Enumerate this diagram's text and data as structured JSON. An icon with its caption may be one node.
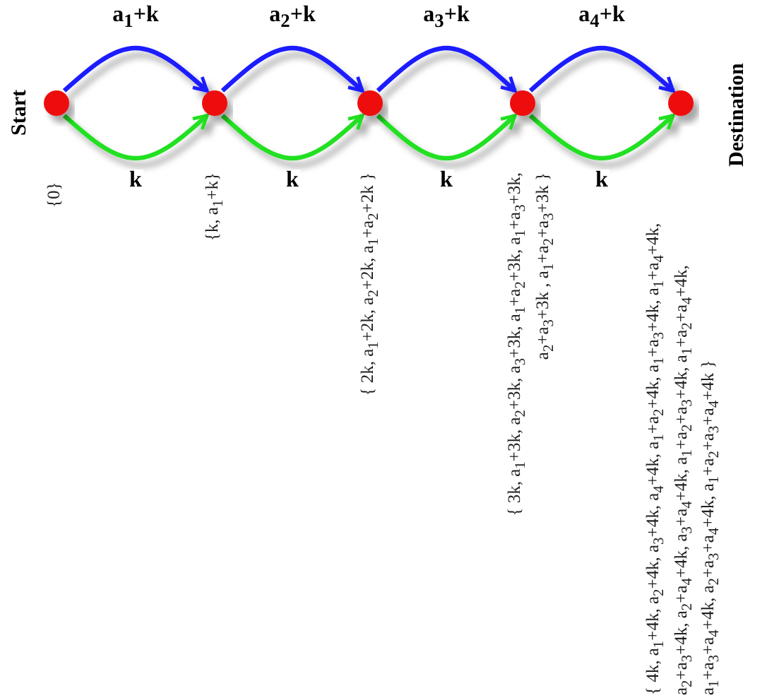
{
  "diagram": {
    "nodes": [
      {
        "text": [],
        "shape": "circle",
        "beside": [
          "Start",
          "{0}"
        ]
      },
      {
        "text": [],
        "shape": "circle",
        "beside": [
          "{k, a$_{1}$+k}"
        ]
      },
      {
        "text": [],
        "shape": "circle",
        "beside": [
          "{ 2k, a$_{1}$+2k, a$_{2}$+2k, a$_{1}$+a$_{2}$+2k }"
        ]
      },
      {
        "text": [],
        "shape": "circle",
        "beside": [
          "{ 3k, a$_{1}$+3k, a$_{2}$+3k, a$_{3}$+3k, a$_{1}$+a$_{2}$+3k, a$_{1}$+a$_{3}$+3k, a$_{2}$+a$_{3}$+3k , a$_{1}$+a$_{2}$+a$_{3}$+3k }"
        ]
      },
      {
        "text": [],
        "shape": "circle",
        "beside": [
          "Destination",
          "{ 4k, a$_{1}$+4k, a$_{2}$+4k, a$_{3}$+4k, a$_{4}$+4k, a$_{1}$+a$_{2}$+4k, a$_{1}$+a$_{3}$+4k, a$_{1}$+a$_{4}$+4k, a$_{2}$+a$_{3}$+4k, a$_{2}$+a$_{4}$+4k, a$_{3}$+a$_{4}$+4k, a$_{1}$+a$_{2}$+a$_{3}$+4k, a$_{1}$+a$_{2}$+a$_{4}$+4k, a$_{1}$+a$_{3}$+a$_{4}$+4k, a$_{2}$+a$_{3}$+a$_{4}$+4k, a$_{1}$+a$_{2}$+a$_{3}$+a$_{4}$+4k }"
        ]
      }
    ],
    "edges": [
      {
        "from": 0,
        "to": 1,
        "arrow": "to",
        "label": "a$_{1}$+k",
        "color": "#1a1aff"
      },
      {
        "from": 0,
        "to": 1,
        "arrow": "to",
        "label": "k",
        "color": "#22e022"
      },
      {
        "from": 1,
        "to": 2,
        "arrow": "to",
        "label": "a$_{2}$+k",
        "color": "#1a1aff"
      },
      {
        "from": 1,
        "to": 2,
        "arrow": "to",
        "label": "k",
        "color": "#22e022"
      },
      {
        "from": 2,
        "to": 3,
        "arrow": "to",
        "label": "a$_{3}$+k",
        "color": "#1a1aff"
      },
      {
        "from": 2,
        "to": 3,
        "arrow": "to",
        "label": "k",
        "color": "#22e022"
      },
      {
        "from": 3,
        "to": 4,
        "arrow": "to",
        "label": "a$_{4}$+k",
        "color": "#1a1aff"
      },
      {
        "from": 3,
        "to": 4,
        "arrow": "to",
        "label": "k",
        "color": "#22e022"
      }
    ]
  }
}
